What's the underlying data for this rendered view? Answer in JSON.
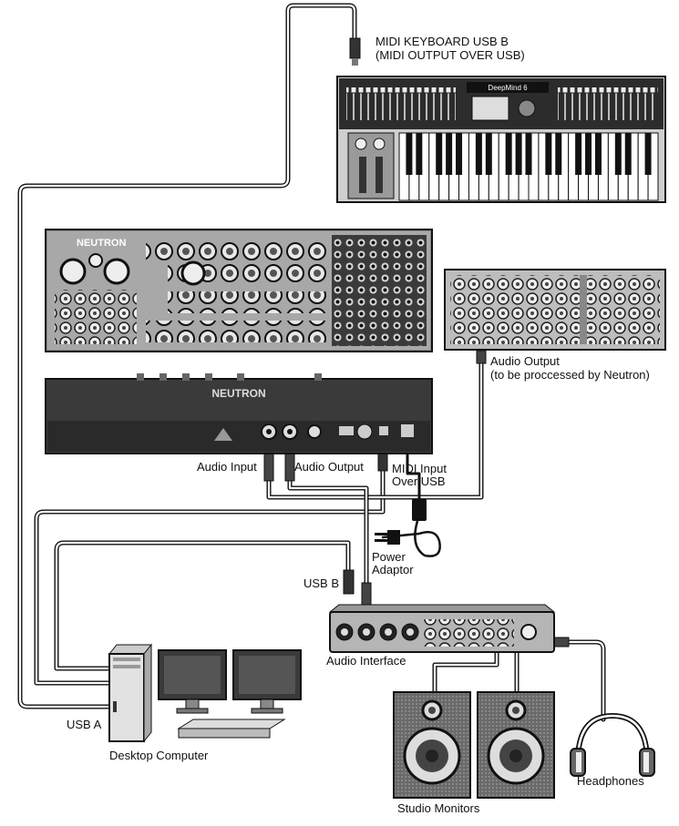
{
  "labels": {
    "midi_keyboard_line1": "MIDI KEYBOARD USB B",
    "midi_keyboard_line2": "(MIDI OUTPUT OVER USB)",
    "audio_output_ext_line1": "Audio Output",
    "audio_output_ext_line2": "(to be proccessed by Neutron)",
    "audio_input": "Audio Input",
    "audio_output": "Audio Output",
    "midi_input_line1": "MIDI Input",
    "midi_input_line2": "Over USB",
    "power_line1": "Power",
    "power_line2": "Adaptor",
    "usb_b": "USB B",
    "usb_a": "USB A",
    "audio_interface": "Audio Interface",
    "desktop_computer": "Desktop Computer",
    "studio_monitors": "Studio Monitors",
    "headphones": "Headphones"
  },
  "device_text": {
    "deepmind_logo": "DeepMind 6",
    "neutron_logo": "NEUTRON",
    "neutron_front_logo": "NEUTRON"
  }
}
